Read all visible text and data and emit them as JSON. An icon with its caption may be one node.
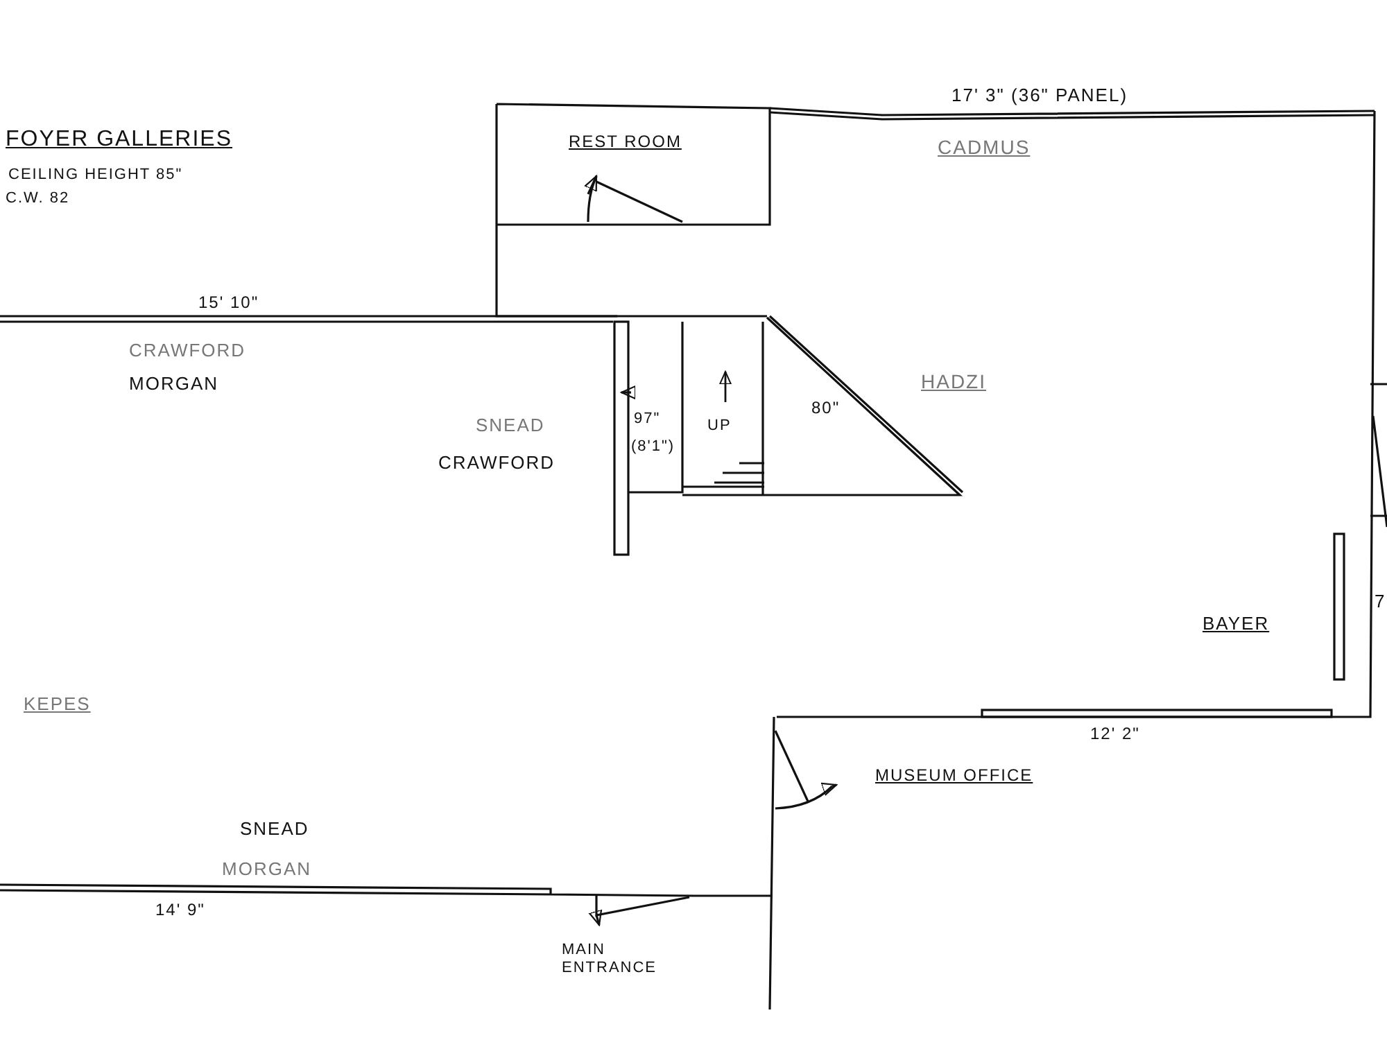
{
  "diagram": {
    "title": "FOYER GALLERIES",
    "labels": [
      "CEILING HEIGHT 85\"",
      "C.W. 82",
      "REST ROOM",
      "17' 3\" (36\" PANEL)",
      "CADMUS",
      "15' 10\"",
      "CRAWFORD",
      "MORGAN",
      "SNEAD",
      "CRAWFORD",
      "97\"",
      "(8'1\")",
      "UP",
      "80\"",
      "HADZI",
      "7",
      "BAYER",
      "KEPES",
      "12' 2\"",
      "MUSEUM OFFICE",
      "SNEAD",
      "MORGAN",
      "14' 9\"",
      "MAIN ENTRANCE"
    ]
  }
}
